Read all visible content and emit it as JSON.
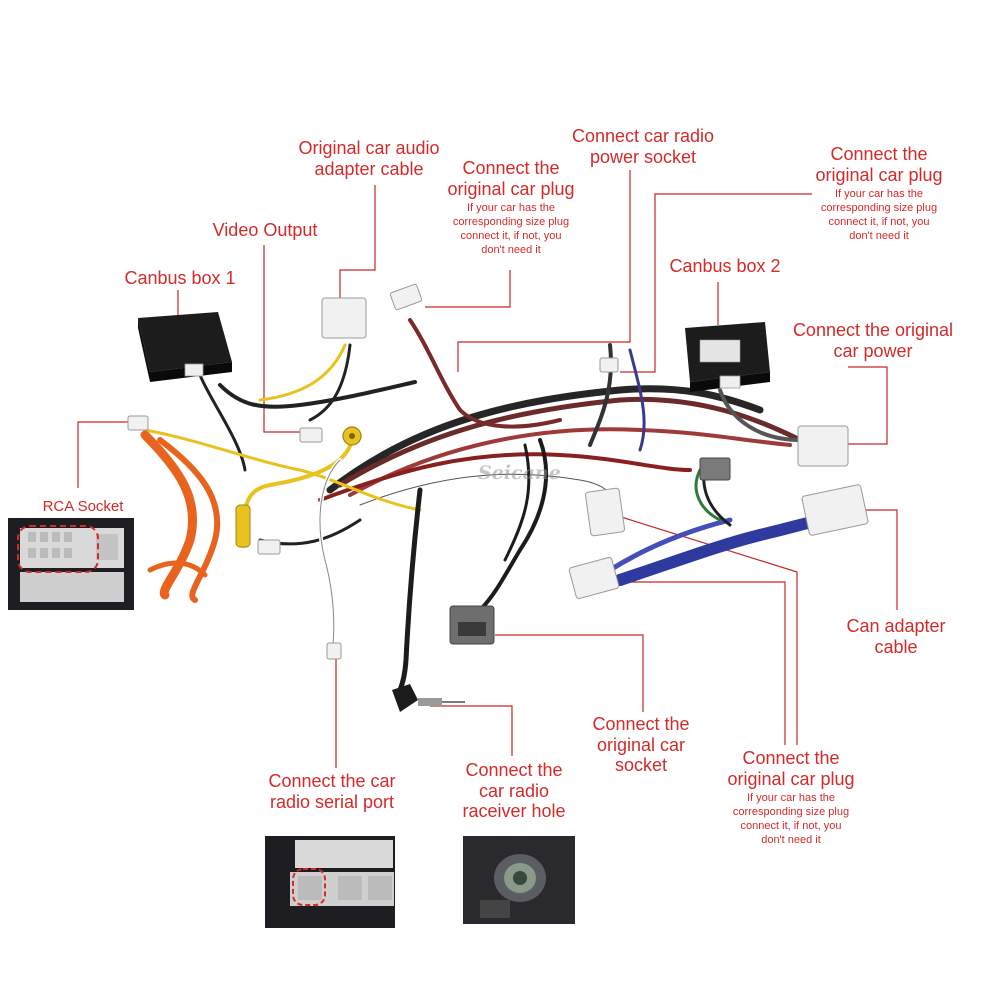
{
  "colors": {
    "label_red": "#d42a2a",
    "line_red": "#c62828",
    "box_black": "#1c1c1c",
    "photo_bg": "#1e1e22",
    "connector_white": "#f1f1f1",
    "wire_orange": "#e8641e",
    "wire_blue": "#2f3a9e",
    "wire_yellow": "#e8c21e"
  },
  "watermark": "Seicane",
  "labels": {
    "original_audio_adapter": "Original car audio adapter cable",
    "connect_plug_top": "Connect the original car plug",
    "connect_plug_top_note": "If your car has the corresponding size plug connect it, if not, you don't need it",
    "video_output": "Video Output",
    "canbus_box_1": "Canbus box 1",
    "radio_power_socket": "Connect car radio power socket",
    "connect_plug_right": "Connect the original car plug",
    "connect_plug_right_note": "If your car has the corresponding size plug connect it, if not, you don't need it",
    "canbus_box_2": "Canbus box 2",
    "original_car_power": "Connect the original car power",
    "rca_socket": "RCA Socket",
    "can_adapter_cable": "Can adapter cable",
    "original_car_socket": "Connect the original car socket",
    "connect_plug_bottom": "Connect the original car plug",
    "connect_plug_bottom_note": "If your car has the corresponding size plug connect it, if not, you don't need it",
    "radio_serial_port": "Connect the car radio serial port",
    "radio_receiver_hole": "Connect the car radio raceiver hole"
  }
}
